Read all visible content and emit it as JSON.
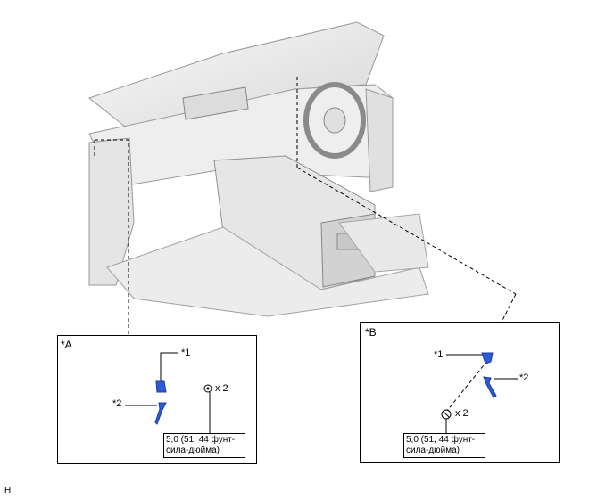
{
  "callouts": {
    "panel_a": "*A",
    "panel_b": "*B",
    "a_part1": "*1",
    "a_part2": "*2",
    "b_part1": "*1",
    "b_part2": "*2",
    "a_qty": "x 2",
    "b_qty": "x 2"
  },
  "torque": {
    "a_line1": "5,0 (51, 44 фунт-",
    "a_line2": "сила-дюйма)",
    "b_line1": "5,0 (51, 44 фунт-",
    "b_line2": "сила-дюйма)"
  },
  "footer_code": "H",
  "colors": {
    "part": "#2b5bd7",
    "outline": "#000000",
    "interior": "#e9e9e9"
  }
}
